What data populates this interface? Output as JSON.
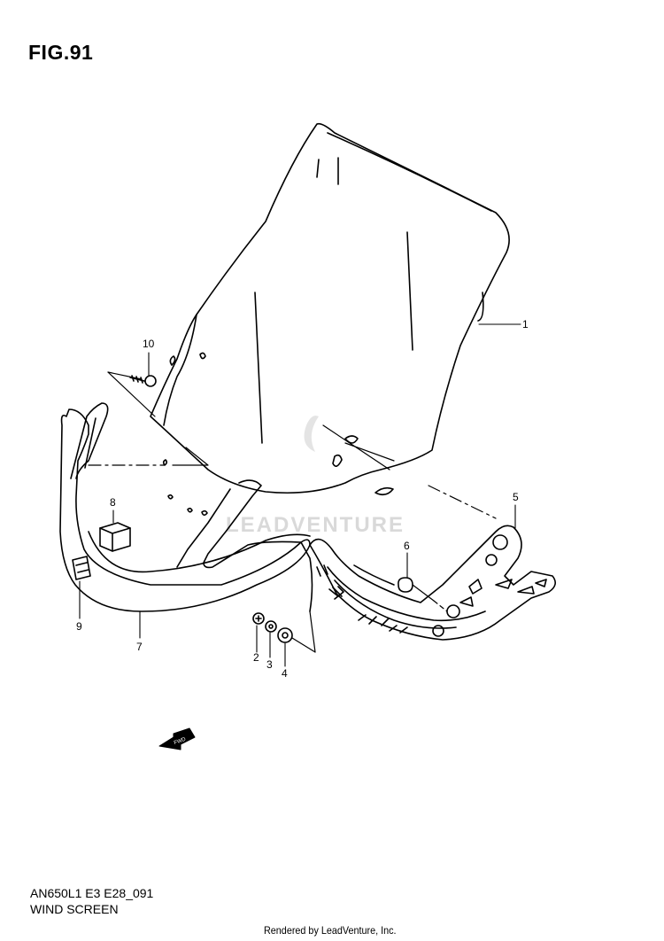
{
  "header": {
    "figure_label": "FIG.91"
  },
  "footer": {
    "model_code": "AN650L1 E3 E28_091",
    "section_name": "WIND SCREEN",
    "credit": "Rendered by LeadVenture, Inc."
  },
  "watermark": {
    "text": "LEADVENTURE",
    "color": "#d9d9d9"
  },
  "callouts": [
    {
      "id": "1",
      "label": "1",
      "part": "wind-screen"
    },
    {
      "id": "2",
      "label": "2",
      "part": "screw"
    },
    {
      "id": "3",
      "label": "3",
      "part": "washer"
    },
    {
      "id": "4",
      "label": "4",
      "part": "nut"
    },
    {
      "id": "5",
      "label": "5",
      "part": "screen-bracket"
    },
    {
      "id": "6",
      "label": "6",
      "part": "rubber-grommet"
    },
    {
      "id": "7",
      "label": "7",
      "part": "lower-brace"
    },
    {
      "id": "8",
      "label": "8",
      "part": "cushion"
    },
    {
      "id": "9",
      "label": "9",
      "part": "clip"
    },
    {
      "id": "10",
      "label": "10",
      "part": "tapping-screw"
    }
  ],
  "fwd_marker": {
    "label": "FWD",
    "icon": "fwd-arrow-icon"
  }
}
